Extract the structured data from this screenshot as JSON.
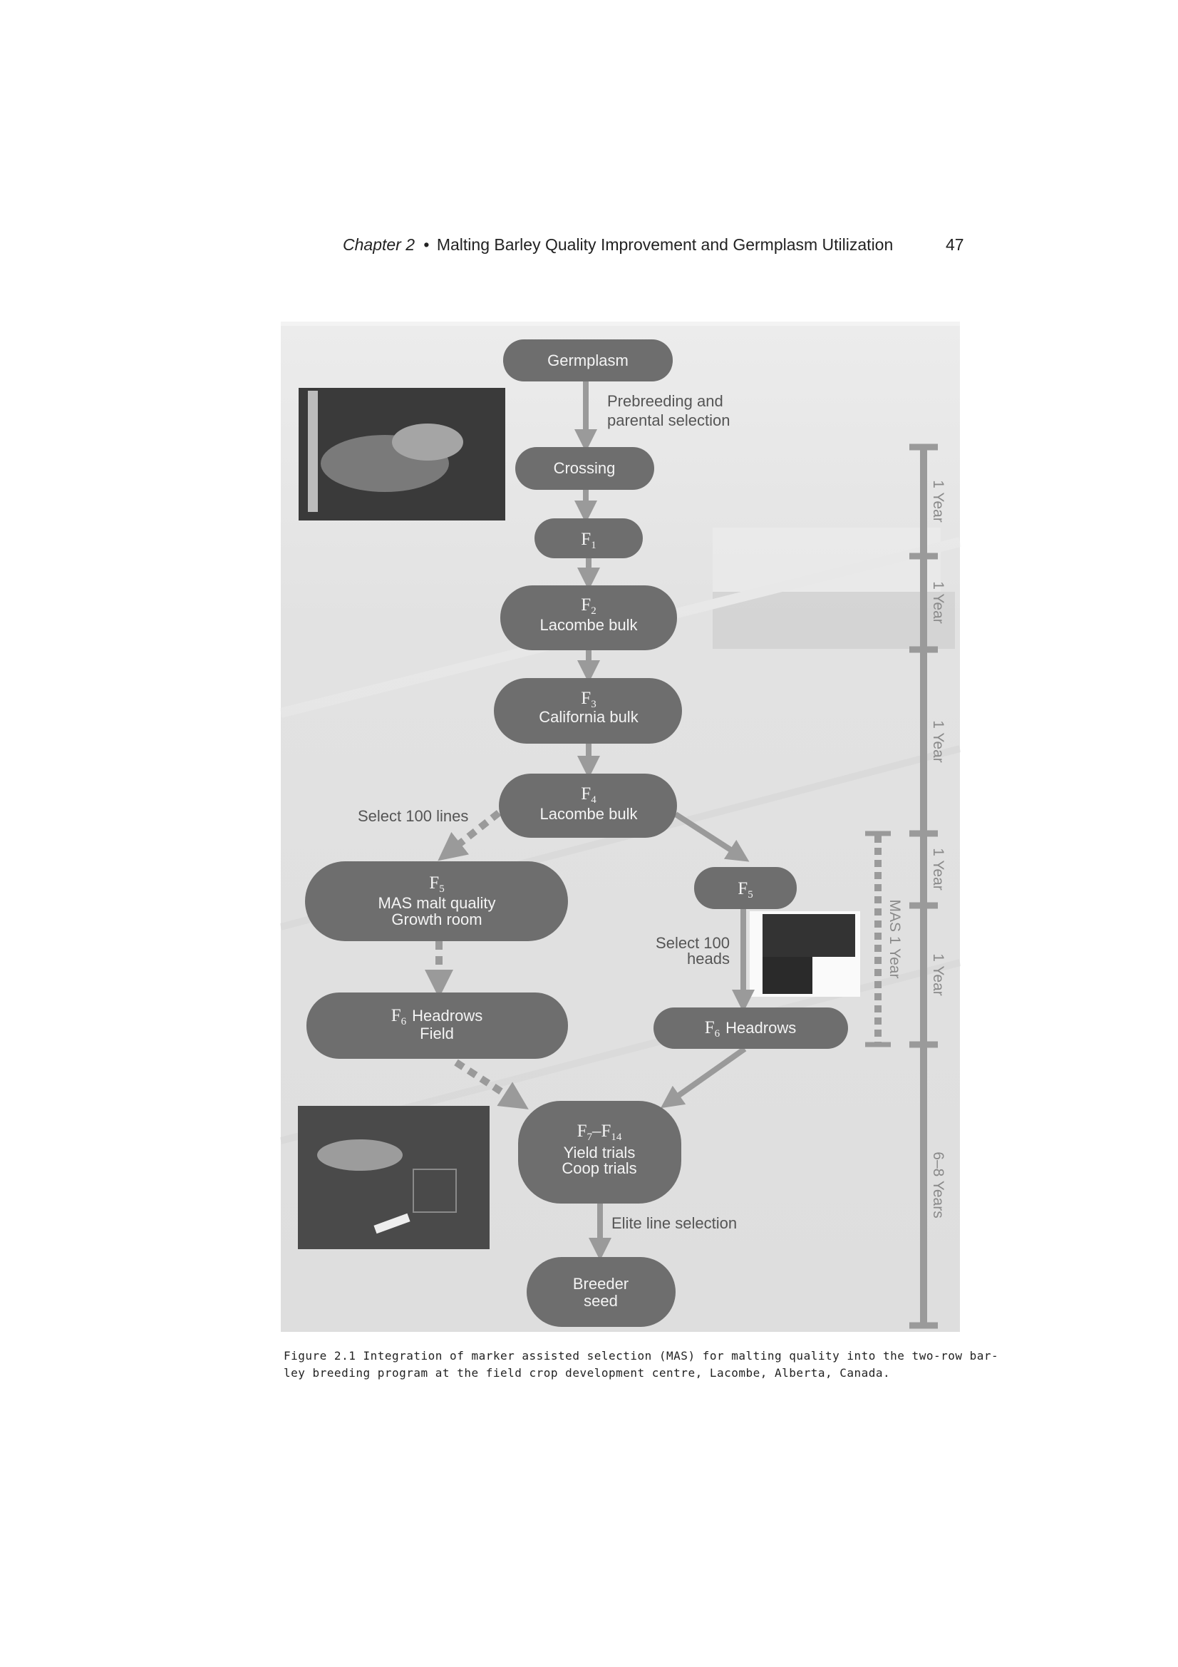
{
  "header": {
    "chapter": "Chapter 2",
    "bullet": "•",
    "title": "Malting Barley Quality Improvement and Germplasm Utilization",
    "page_number": "47"
  },
  "figure": {
    "nodes": {
      "germplasm": "Germplasm",
      "crossing": "Crossing",
      "f1": {
        "f": "F",
        "sub": "1"
      },
      "f2": {
        "f": "F",
        "sub": "2",
        "text": "Lacombe  bulk"
      },
      "f3": {
        "f": "F",
        "sub": "3",
        "text": "California bulk"
      },
      "f4": {
        "f": "F",
        "sub": "4",
        "text": "Lacombe bulk"
      },
      "f5_mas": {
        "f": "F",
        "sub": "5",
        "line1": "MAS malt quality",
        "line2": "Growth room"
      },
      "f5_right": {
        "f": "F",
        "sub": "5"
      },
      "f6_field": {
        "f": "F",
        "sub": "6",
        "text": "Headrows",
        "line2": "Field"
      },
      "f6_right": {
        "f": "F",
        "sub": "6",
        "text": "Headrows"
      },
      "f7_f14": {
        "f": "F",
        "sub": "7",
        "dash": "–",
        "f2": "F",
        "sub2": "14",
        "line1": "Yield trials",
        "line2": "Coop trials"
      },
      "breeder_seed": {
        "line1": "Breeder",
        "line2": "seed"
      }
    },
    "labels": {
      "prebreeding_1": "Prebreeding and",
      "prebreeding_2": "parental selection",
      "select_lines": "Select 100 lines",
      "select_heads_1": "Select 100",
      "select_heads_2": "heads",
      "elite": "Elite line selection"
    },
    "timeline": [
      "1 Year",
      "1 Year",
      "1 Year",
      "1 Year",
      "1 Year",
      "6–8 Years"
    ],
    "mas_label": "MAS 1 Year",
    "caption_line1": "Figure 2.1  Integration of marker assisted selection (MAS) for malting quality into the two-row bar-",
    "caption_line2": "ley breeding program at the field crop development centre, Lacombe, Alberta, Canada."
  }
}
